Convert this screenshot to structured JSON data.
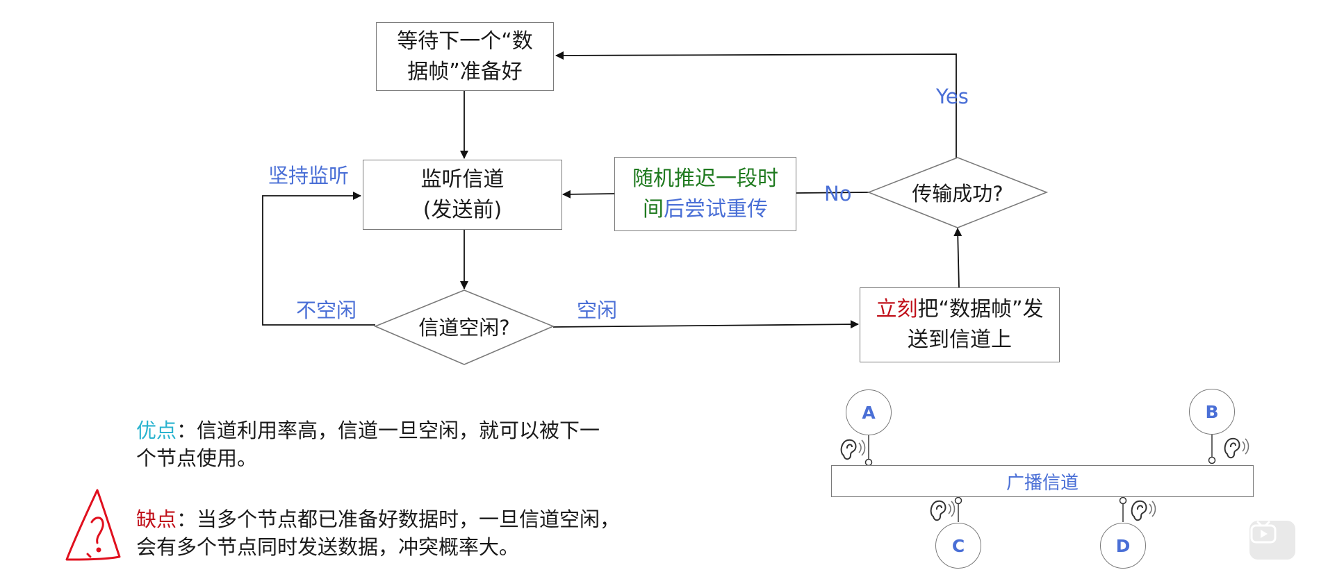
{
  "flowchart": {
    "wait_box": {
      "line1": "等待下一个“数",
      "line2": "据帧”准备好"
    },
    "listen_box": {
      "line1": "监听信道",
      "line2": "(发送前)"
    },
    "backoff_box": {
      "line1_green": "随机推迟一段时",
      "line2_green": "间",
      "line2_blue": "后尝试重传"
    },
    "idle_diamond": "信道空闲?",
    "success_diamond": "传输成功?",
    "send_box": {
      "line1_red": "立刻",
      "line1_rest": "把“数据帧”发",
      "line2": "送到信道上"
    },
    "labels": {
      "persist": "坚持监听",
      "not_idle": "不空闲",
      "idle": "空闲",
      "no": "No",
      "yes": "Yes"
    }
  },
  "advantages": {
    "heading": "优点",
    "sep": "：",
    "line1": "信道利用率高，信道一旦空闲，就可以被下一",
    "line2": "个节点使用。"
  },
  "disadvantages": {
    "heading": "缺点",
    "sep": "：",
    "line1": "当多个节点都已准备好数据时，一旦信道空闲，",
    "line2": "会有多个节点同时发送数据，冲突概率大。"
  },
  "network": {
    "channel_label": "广播信道",
    "nodes": [
      "A",
      "B",
      "C",
      "D"
    ]
  },
  "colors": {
    "blue_text": "#4a6fd6",
    "green_text": "#1f7a1f",
    "red_text": "#c0101a",
    "cyan_text": "#2ab3cf",
    "annotation_red": "#e0101e"
  },
  "icons": {
    "ear": "ear-icon",
    "warning_sketch": "hand-drawn-question-warning-icon",
    "video_player": "video-player-icon"
  }
}
